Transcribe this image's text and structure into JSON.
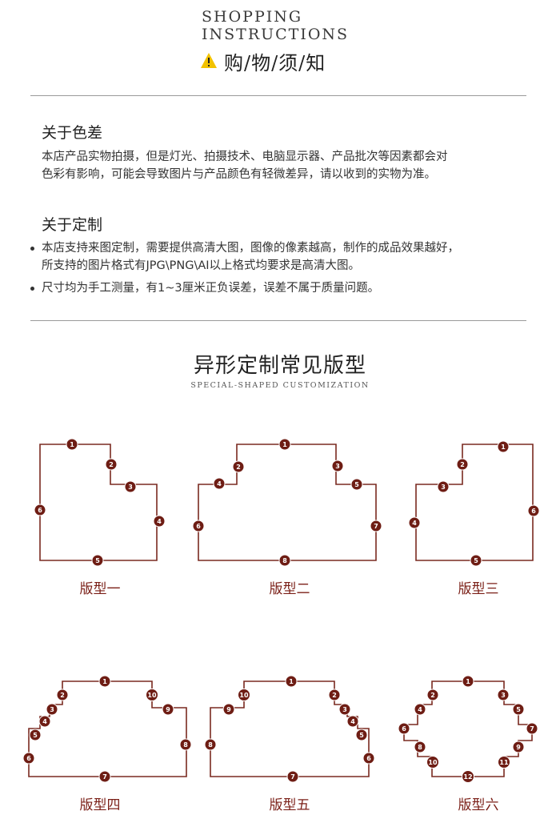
{
  "header": {
    "en_line1": "SHOPPING",
    "en_line2": "INSTRUCTIONS",
    "cn_title": "购/物/须/知",
    "warning_icon": "warning-triangle-icon"
  },
  "section1": {
    "heading": "关于色差",
    "para_line1": "本店产品实物拍摄，但是灯光、拍摄技术、电脑显示器、产品批次等因素都会对",
    "para_line2": "色彩有影响，可能会导致图片与产品颜色有轻微差异，请以收到的实物为准。"
  },
  "section2": {
    "heading": "关于定制",
    "bullet1_line1": "本店支持来图定制，需要提供高清大图，图像的像素越高，制作的成品效果越好，",
    "bullet1_line2": "所支持的图片格式有JPG\\PNG\\AI以上格式均要求是高清大图。",
    "bullet2": "尺寸均为手工测量，有1~3厘米正负误差，误差不属于质量问题。"
  },
  "shapes_section": {
    "title": "异形定制常见版型",
    "subtitle": "SPECIAL-SHAPED CUSTOMIZATION"
  },
  "shapes": [
    {
      "caption": "版型一",
      "markers": [
        "1",
        "2",
        "3",
        "4",
        "5",
        "6"
      ]
    },
    {
      "caption": "版型二",
      "markers": [
        "1",
        "2",
        "3",
        "4",
        "5",
        "6",
        "7",
        "8"
      ]
    },
    {
      "caption": "版型三",
      "markers": [
        "1",
        "2",
        "3",
        "4",
        "5",
        "6"
      ]
    },
    {
      "caption": "版型四",
      "markers": [
        "1",
        "2",
        "3",
        "4",
        "5",
        "6",
        "7",
        "8",
        "9",
        "10"
      ]
    },
    {
      "caption": "版型五",
      "markers": [
        "1",
        "2",
        "3",
        "4",
        "5",
        "6",
        "7",
        "8",
        "9",
        "10"
      ]
    },
    {
      "caption": "版型六",
      "markers": [
        "1",
        "2",
        "3",
        "4",
        "5",
        "6",
        "7",
        "8",
        "9",
        "10",
        "11",
        "12"
      ]
    }
  ],
  "colors": {
    "marker": "#6e1d14",
    "caption": "#7a1e16",
    "outline": "#7a2a20",
    "warning": "#f2c200"
  }
}
